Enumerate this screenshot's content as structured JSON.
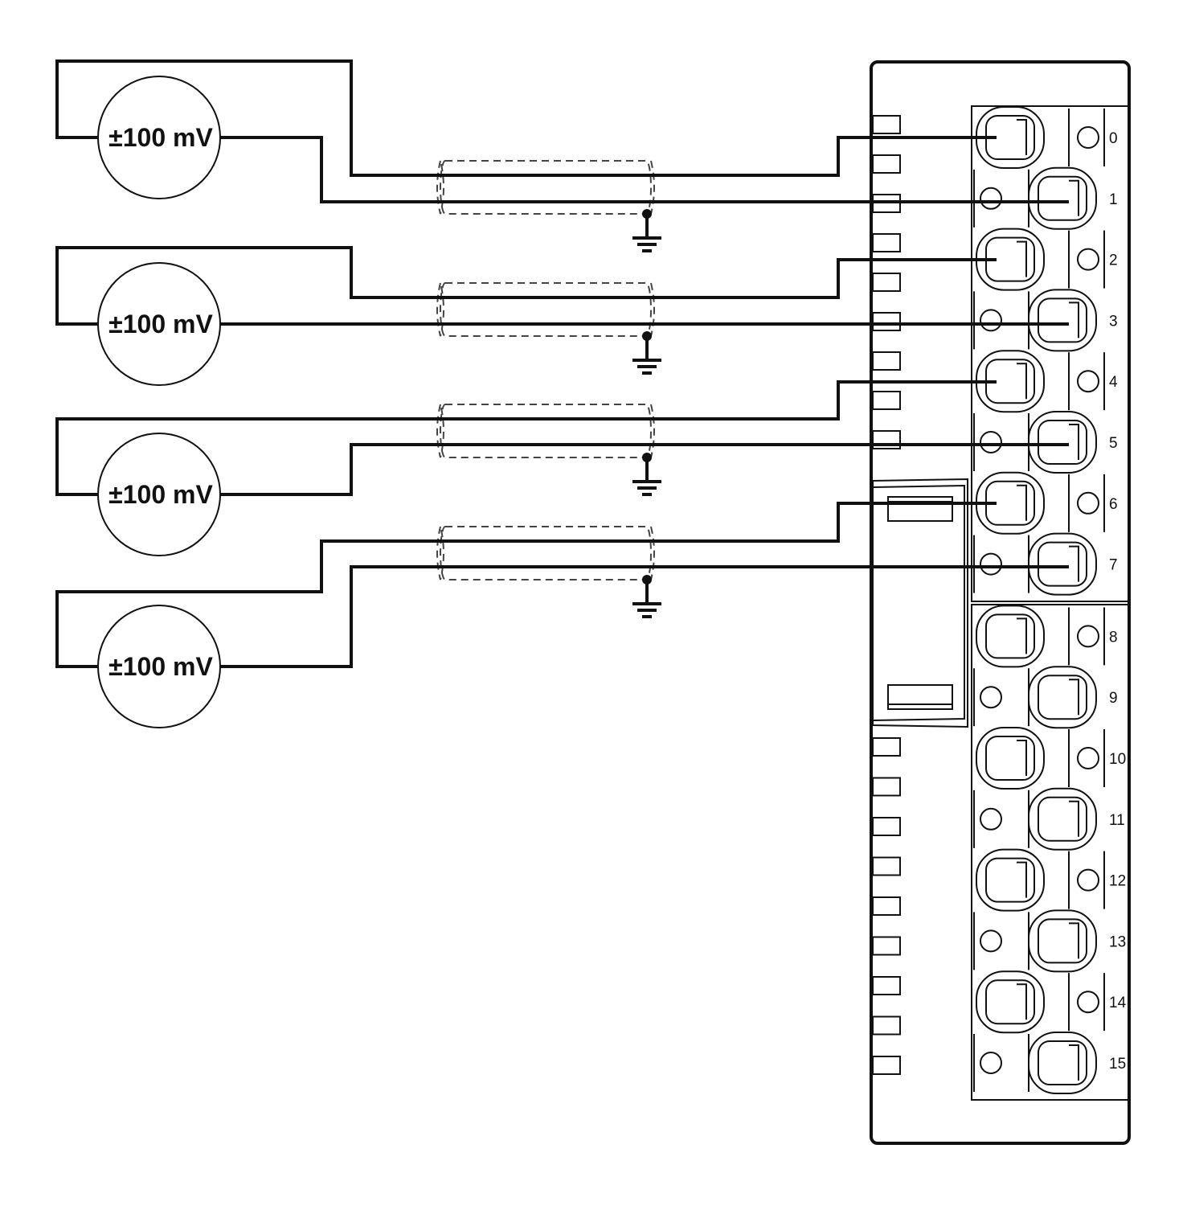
{
  "sources": [
    {
      "id": "source-1",
      "label": "±100 mV"
    },
    {
      "id": "source-2",
      "label": "±100 mV"
    },
    {
      "id": "source-3",
      "label": "±100 mV"
    },
    {
      "id": "source-4",
      "label": "±100 mV"
    }
  ],
  "terminals": [
    "0",
    "1",
    "2",
    "3",
    "4",
    "5",
    "6",
    "7",
    "8",
    "9",
    "10",
    "11",
    "12",
    "13",
    "14",
    "15"
  ],
  "colors": {
    "line": "#111111",
    "background": "#ffffff"
  },
  "icons": {
    "ground": "ground-icon",
    "shield": "shielded-cable-icon"
  }
}
